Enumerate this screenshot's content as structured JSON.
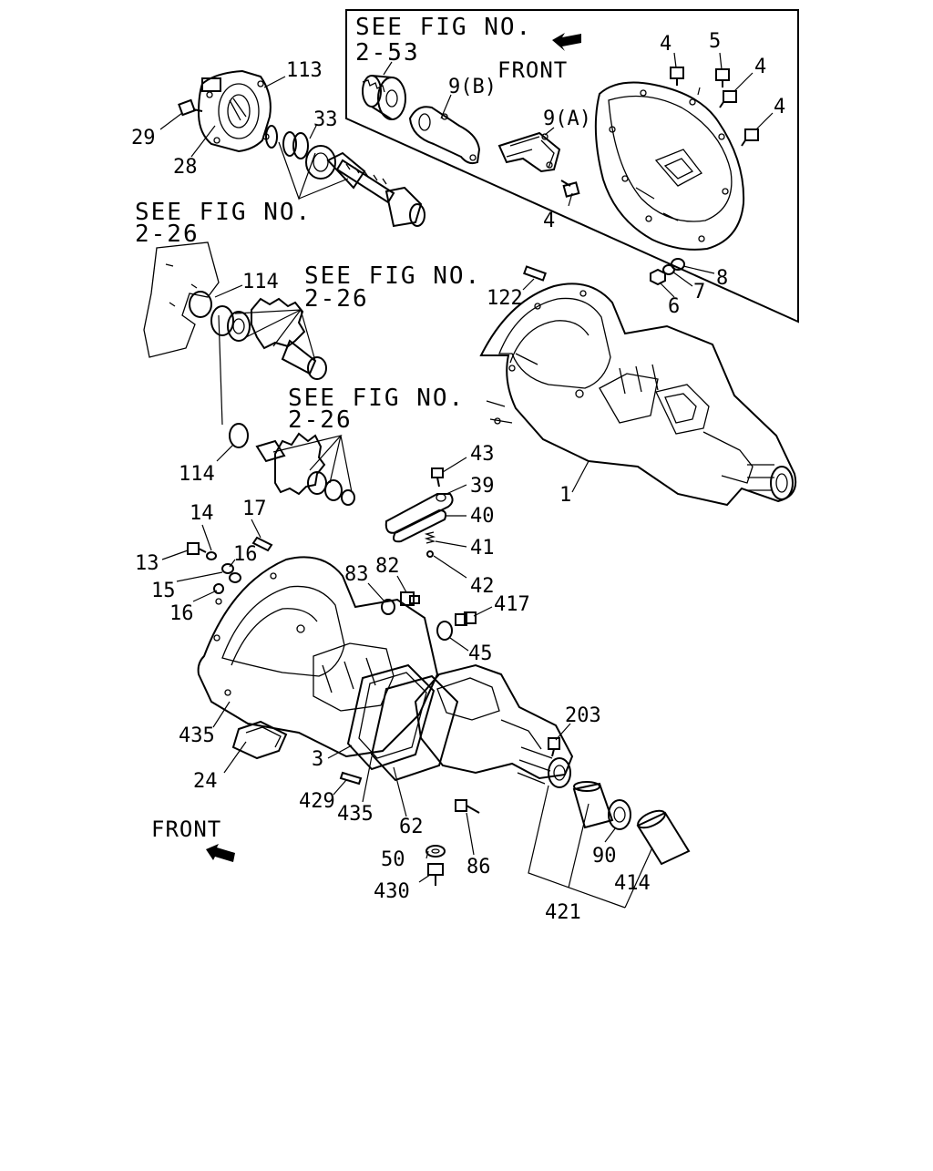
{
  "see_fig_prefix": "SEE FIG NO.",
  "see_fig_refs": {
    "ref_2_53": "2-53",
    "ref_2_26_a": "2-26",
    "ref_2_26_b": "2-26",
    "ref_2_26_c": "2-26"
  },
  "front_labels": {
    "inset": "FRONT",
    "bottom": "FRONT"
  },
  "parts": {
    "p113": "113",
    "p33": "33",
    "p29": "29",
    "p28": "28",
    "p9b": "9(B)",
    "p9a": "9(A)",
    "p4a": "4",
    "p5": "5",
    "p4b": "4",
    "p4c": "4",
    "p4d": "4",
    "p8": "8",
    "p7": "7",
    "p6": "6",
    "p122": "122",
    "p114a": "114",
    "p114b": "114",
    "p1": "1",
    "p43": "43",
    "p39": "39",
    "p40": "40",
    "p41": "41",
    "p42": "42",
    "p14": "14",
    "p17": "17",
    "p13": "13",
    "p16a": "16",
    "p15": "15",
    "p16b": "16",
    "p83": "83",
    "p82": "82",
    "p417": "417",
    "p45": "45",
    "p435a": "435",
    "p24": "24",
    "p3": "3",
    "p429": "429",
    "p435b": "435",
    "p62": "62",
    "p203": "203",
    "p86": "86",
    "p90": "90",
    "p50": "50",
    "p430": "430",
    "p414": "414",
    "p421": "421"
  },
  "colors": {
    "line": "#000000",
    "background": "#ffffff"
  }
}
